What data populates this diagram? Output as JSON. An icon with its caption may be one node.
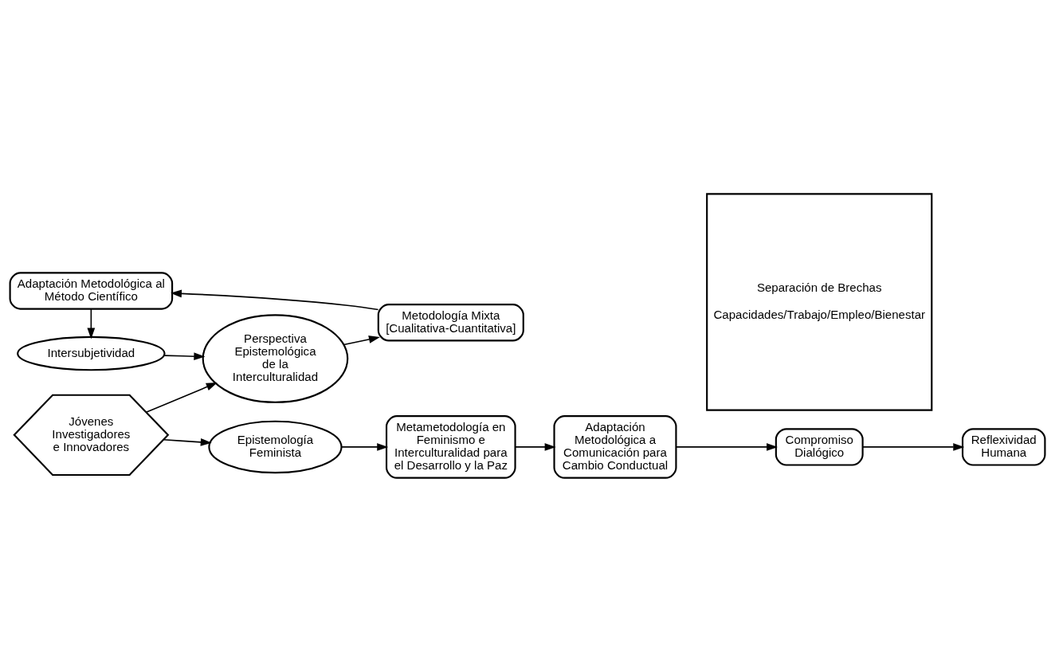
{
  "diagram": {
    "nodes": [
      {
        "text": [
          "Intersubjetividad"
        ]
      },
      {
        "text": [
          "Adaptación Metodológica al Método Científico"
        ]
      },
      {
        "text": [
          "Perspectiva Epistemológica de la Interculturalidad"
        ]
      },
      {
        "text": [
          "Metodología Mixta [Cualitativa-Cuantitativa]"
        ]
      },
      {
        "text": [
          "Separación de Brechas",
          "Capacidades/Trabajo/Empleo/Bienestar"
        ]
      },
      {
        "text": [
          "Jóvenes Investigadores e Innovadores"
        ]
      },
      {
        "text": [
          "Compromiso Dialógico"
        ]
      },
      {
        "text": [
          "Reflexividad Humana"
        ]
      },
      {
        "text": [
          "Epistemología Feminista"
        ]
      },
      {
        "text": [
          "Metametodología en Feminismo e Interculturalidad para el Desarrollo y la Paz"
        ]
      },
      {
        "text": [
          "Adaptación Metodológica a Comunicación para Cambio Conductual"
        ]
      }
    ],
    "edges": [
      {
        "from": 5,
        "to": 2,
        "arrow": "to"
      },
      {
        "from": 5,
        "to": 8,
        "arrow": "to"
      },
      {
        "from": 2,
        "to": 3,
        "arrow": "to"
      },
      {
        "from": 3,
        "to": 1,
        "arrow": "to"
      },
      {
        "from": 1,
        "to": 0,
        "arrow": "to"
      },
      {
        "from": 0,
        "to": 2,
        "arrow": "to"
      },
      {
        "from": 8,
        "to": 9,
        "arrow": "to"
      },
      {
        "from": 9,
        "to": 10,
        "arrow": "to"
      },
      {
        "from": 10,
        "to": 6,
        "arrow": "to"
      },
      {
        "from": 6,
        "to": 7,
        "arrow": "to"
      }
    ]
  }
}
